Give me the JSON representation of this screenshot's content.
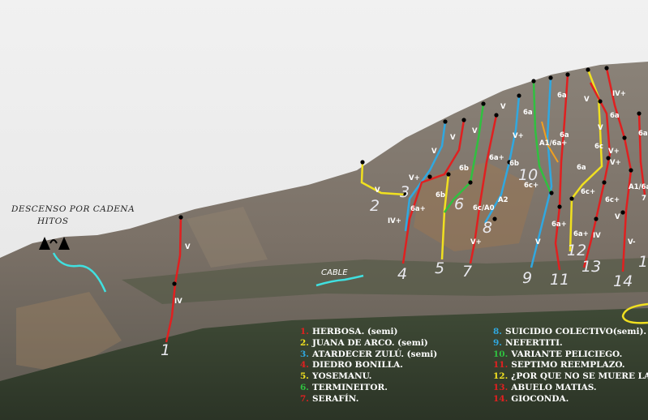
{
  "descent": {
    "line1": "DESCENSO POR CADENA",
    "line2": "HITOS"
  },
  "cable": "CABLE",
  "route_numbers": [
    "1",
    "2",
    "3",
    "4",
    "5",
    "6",
    "7",
    "8",
    "9",
    "10",
    "11",
    "12",
    "13",
    "14",
    "1"
  ],
  "grades": [
    "V",
    "IV",
    "V",
    "IV+",
    "V+",
    "6a+",
    "V",
    "V",
    "6b",
    "V",
    "6b",
    "6a+",
    "6c/A0",
    "A2",
    "V+",
    "V",
    "6a",
    "V+",
    "6b",
    "6c+",
    "V",
    "6a",
    "A1/6a+",
    "6a",
    "6a",
    "6c+",
    "6a+",
    "IV",
    "V",
    "6a+",
    "6c",
    "V+",
    "IV+",
    "6a",
    "A1/6a",
    "V-",
    "6c+",
    "V",
    "6a",
    "V",
    "V+",
    "7"
  ],
  "legend": {
    "left": [
      {
        "num": "1.",
        "name": "HERBOSA. (semi)",
        "color": "#e02020"
      },
      {
        "num": "2.",
        "name": "JUANA DE ARCO. (semi)",
        "color": "#f0e020"
      },
      {
        "num": "3.",
        "name": "ATARDECER ZULÚ. (semi)",
        "color": "#30a8e0"
      },
      {
        "num": "4.",
        "name": "DIEDRO BONILLA.",
        "color": "#e02020"
      },
      {
        "num": "5.",
        "name": "YOSEMANU.",
        "color": "#f0e020"
      },
      {
        "num": "6.",
        "name": "TERMINEITOR.",
        "color": "#30c040"
      },
      {
        "num": "7.",
        "name": "SERAFÍN.",
        "color": "#e02020"
      }
    ],
    "right": [
      {
        "num": "8.",
        "name": "SUICIDIO COLECTIVO(semi).",
        "color": "#30a8e0"
      },
      {
        "num": "9.",
        "name": "NEFERTITI.",
        "color": "#30a8e0"
      },
      {
        "num": "10.",
        "name": "VARIANTE PELICIEGO.",
        "color": "#30c040"
      },
      {
        "num": "11.",
        "name": "SEPTIMO REEMPLAZO.",
        "color": "#e02020"
      },
      {
        "num": "12.",
        "name": "¿POR QUE NO SE MUERE LA",
        "color": "#f0e020"
      },
      {
        "num": "13.",
        "name": "ABUELO MATIAS.",
        "color": "#e02020"
      },
      {
        "num": "14.",
        "name": "GIOCONDA.",
        "color": "#e02020"
      }
    ]
  },
  "colors": {
    "red": "#e02020",
    "yellow": "#f0e020",
    "blue": "#30a8e0",
    "green": "#30c040",
    "cyan": "#40e0e0",
    "orange": "#f0a020"
  }
}
